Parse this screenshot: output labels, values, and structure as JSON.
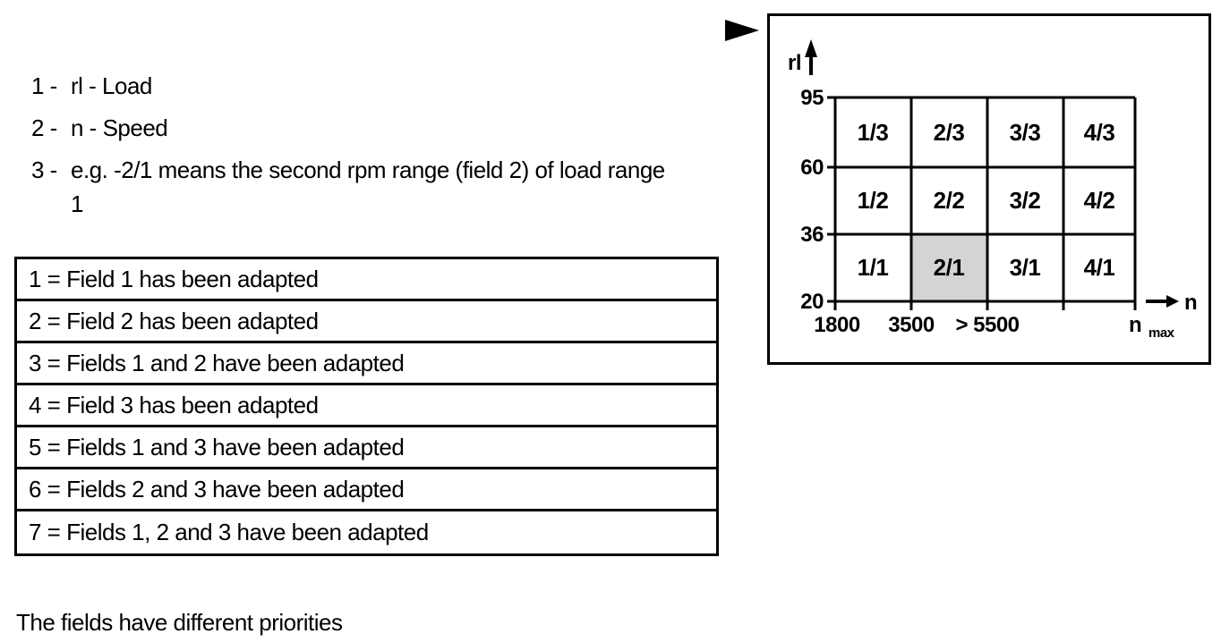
{
  "legend": {
    "items": [
      {
        "marker": "1 -",
        "lines": [
          "rl - Load"
        ]
      },
      {
        "marker": "2 -",
        "lines": [
          "n - Speed"
        ]
      },
      {
        "marker": "3 -",
        "lines": [
          "e.g. -2/1 means the second rpm range (field 2) of load range",
          "1"
        ]
      }
    ]
  },
  "status_table": {
    "rows": [
      "1 = Field 1 has been adapted",
      "2 = Field 2 has been adapted",
      "3 = Fields 1 and 2 have been adapted",
      "4 = Field 3 has been adapted",
      "5 = Fields 1 and 3 have been adapted",
      "6 = Fields 2 and 3 have been adapted",
      "7 = Fields 1, 2 and 3 have been adapted"
    ]
  },
  "footer_note": "The fields have different priorities",
  "diagram": {
    "type": "grid-map",
    "y_axis_label": "rl",
    "x_axis_label": "n",
    "x_max_label": "n",
    "x_max_subscript": "max",
    "y_ticks": [
      "95",
      "60",
      "36",
      "20"
    ],
    "x_ticks": [
      "1800",
      "3500",
      "> 5500"
    ],
    "rows": [
      {
        "cells": [
          "1/3",
          "2/3",
          "3/3",
          "4/3"
        ]
      },
      {
        "cells": [
          "1/2",
          "2/2",
          "3/2",
          "4/2"
        ]
      },
      {
        "cells": [
          "1/1",
          "2/1",
          "3/1",
          "4/1"
        ]
      }
    ],
    "highlighted_cell": "2/1",
    "colors": {
      "accent_blue": "#29abe2",
      "highlight_gray": "#d4d4d4",
      "line": "#000000"
    }
  }
}
